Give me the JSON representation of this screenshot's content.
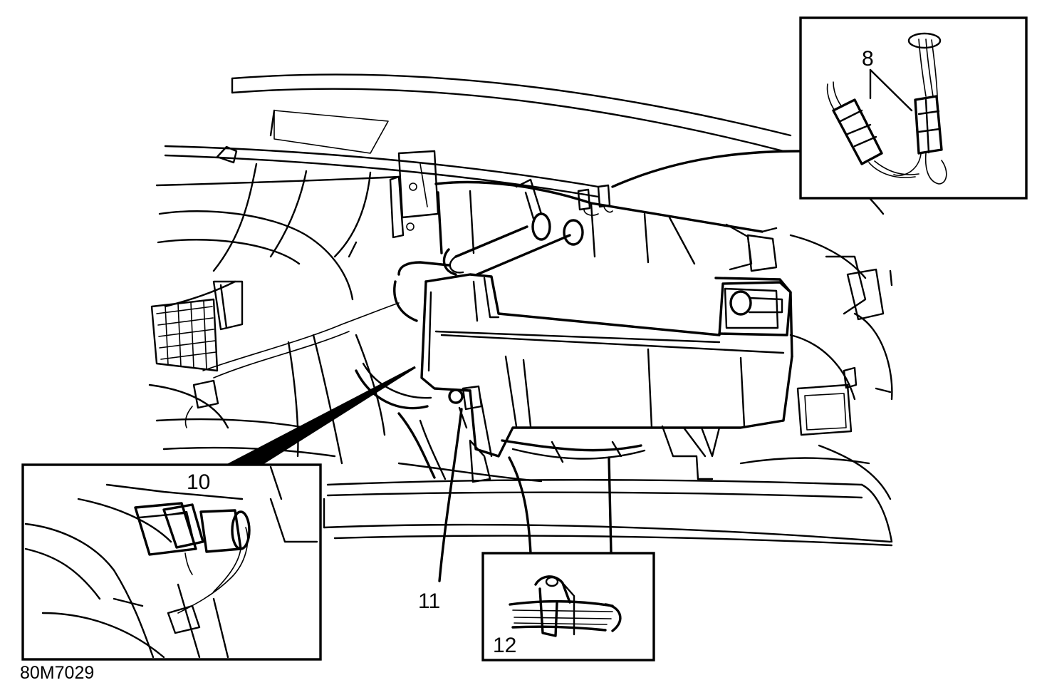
{
  "figure": {
    "code": "80M7029",
    "callouts": {
      "c8": "8",
      "c10": "10",
      "c11": "11",
      "c12": "12"
    }
  }
}
